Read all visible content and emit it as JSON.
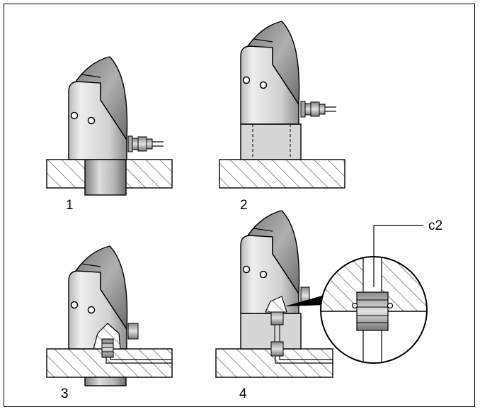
{
  "figure": {
    "panel_labels": [
      "1",
      "2",
      "3",
      "4"
    ],
    "callout_label": "c2"
  },
  "colors": {
    "outline": "#000000",
    "hatch": "#555555",
    "body_gray": "#c9c9c9",
    "body_dark": "#8a8a8a",
    "background": "#ffffff"
  }
}
